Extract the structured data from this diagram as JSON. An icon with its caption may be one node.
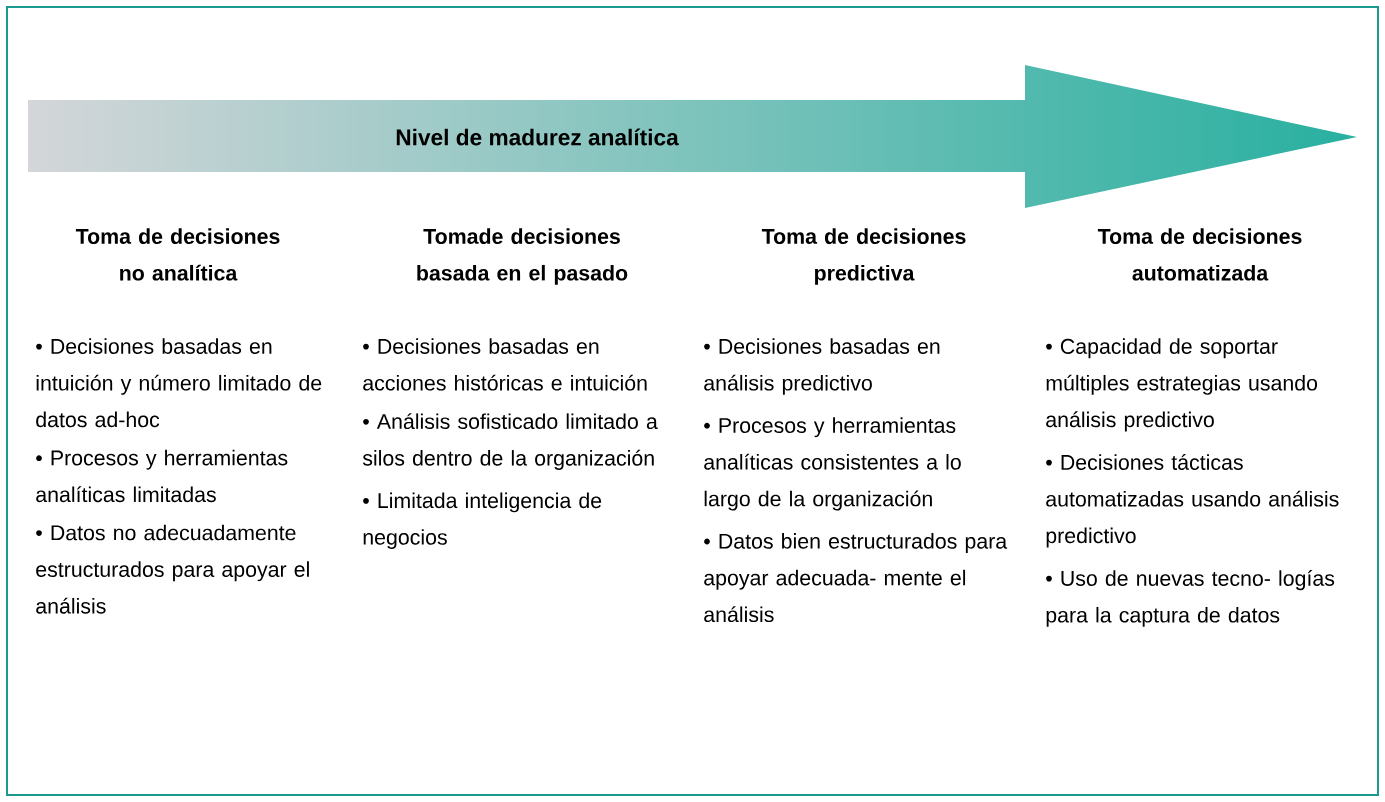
{
  "diagram": {
    "nodes": [
      {
        "text": [
          "Nivel de madurez analítica"
        ]
      }
    ],
    "labels": [
      "Toma de decisiones no analítica",
      "• Decisiones basadas en intuición y número limitado de datos ad-hoc",
      "• Procesos y herramientas analíticas limitadas",
      "• Datos no adecuadamente estructurados para apoyar el análisis",
      "Tomade decisiones basada en el pasado",
      "• Decisiones basadas en acciones históricas e intuición",
      "• Análisis sofisticado limitado a silos dentro de la organización",
      "• Limitada inteligencia de negocios",
      "Toma de decisiones predictiva",
      "• Decisiones basadas en análisis predictivo",
      "• Procesos y herramientas analíticas consistentes a lo largo de la organización",
      "• Datos bien estructurados para apoyar adecuada- mente el análisis",
      "Toma de decisiones automatizada",
      "• Capacidad de soportar múltiples estrategias usando análisis predictivo",
      "• Decisiones tácticas automatizadas usando análisis predictivo",
      "• Uso de nuevas tecno- logías para la captura de datos"
    ]
  }
}
